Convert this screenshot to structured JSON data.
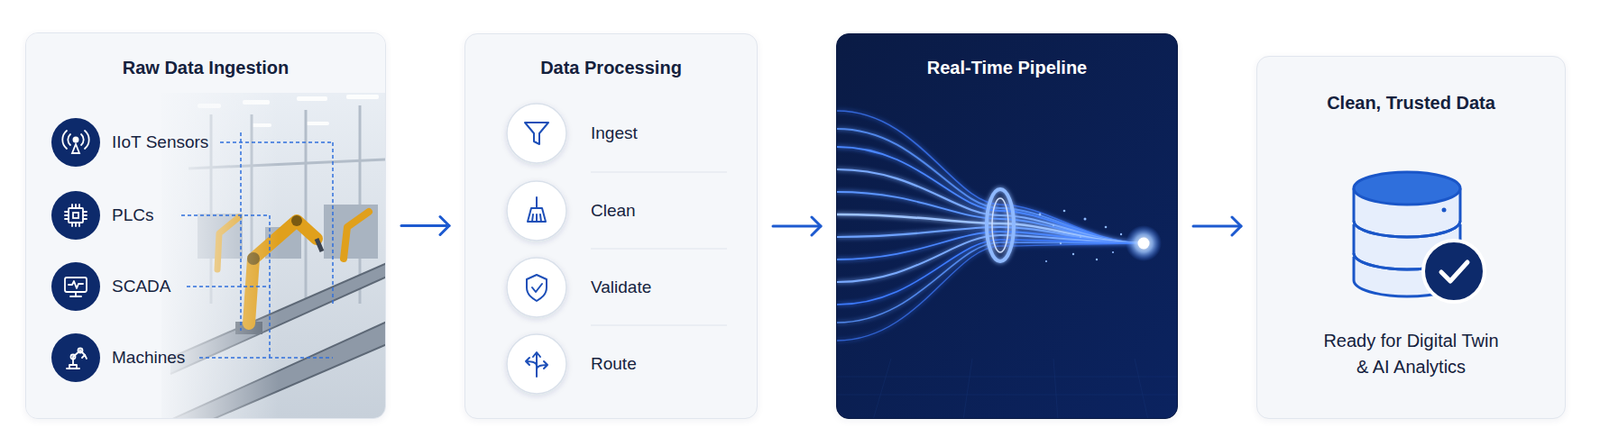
{
  "diagram": {
    "nodes": [
      {
        "text": [
          "Raw Data Ingestion"
        ]
      },
      {
        "text": [
          "Data Processing"
        ]
      },
      {
        "text": [
          "Real-Time Pipeline"
        ]
      },
      {
        "text": [
          "Clean, Trusted Data",
          "Ready for Digital Twin & AI Analytics"
        ]
      }
    ],
    "edges": [
      {
        "from": 0,
        "to": 1,
        "arrow": "to"
      },
      {
        "from": 1,
        "to": 2,
        "arrow": "to"
      },
      {
        "from": 2,
        "to": 3,
        "arrow": "to"
      }
    ],
    "labels": [
      "IIoT Sensors",
      "PLCs",
      "SCADA",
      "Machines",
      "Ingest",
      "Clean",
      "Validate",
      "Route"
    ]
  }
}
